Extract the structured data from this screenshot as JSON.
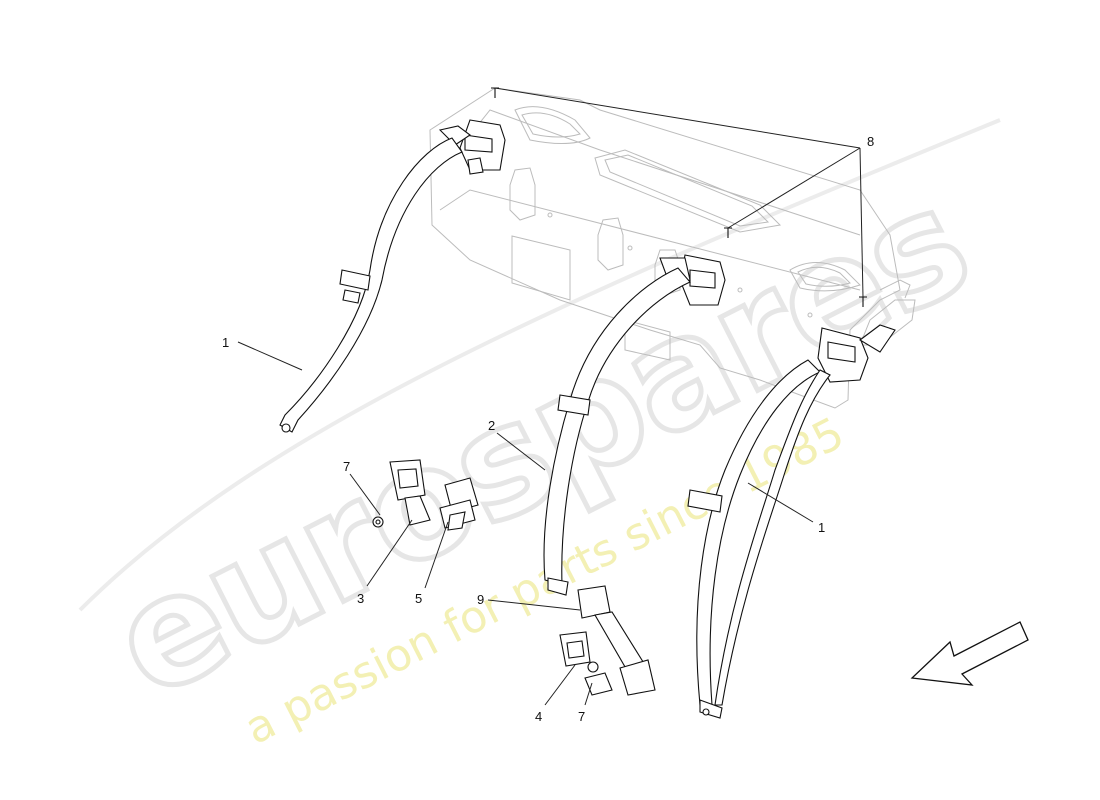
{
  "watermark": {
    "brand": "eurospares",
    "tagline": "a passion for parts since 1985"
  },
  "callouts": [
    {
      "id": "c1a",
      "label": "1"
    },
    {
      "id": "c1b",
      "label": "1"
    },
    {
      "id": "c2",
      "label": "2"
    },
    {
      "id": "c3",
      "label": "3"
    },
    {
      "id": "c4",
      "label": "4"
    },
    {
      "id": "c5",
      "label": "5"
    },
    {
      "id": "c7a",
      "label": "7"
    },
    {
      "id": "c7b",
      "label": "7"
    },
    {
      "id": "c8",
      "label": "8"
    },
    {
      "id": "c9",
      "label": "9"
    }
  ],
  "icons": {
    "direction_arrow": "direction-arrow-icon"
  }
}
